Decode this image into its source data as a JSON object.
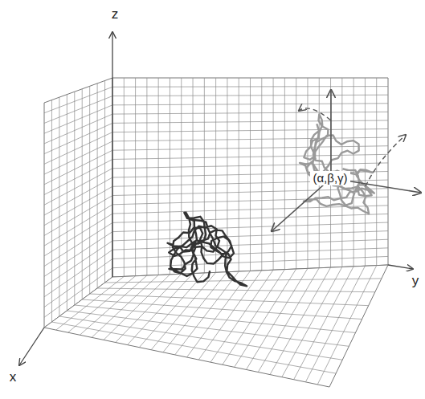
{
  "diagram": {
    "labels": [
      "z",
      "y",
      "x",
      "(α,β,γ)"
    ]
  }
}
